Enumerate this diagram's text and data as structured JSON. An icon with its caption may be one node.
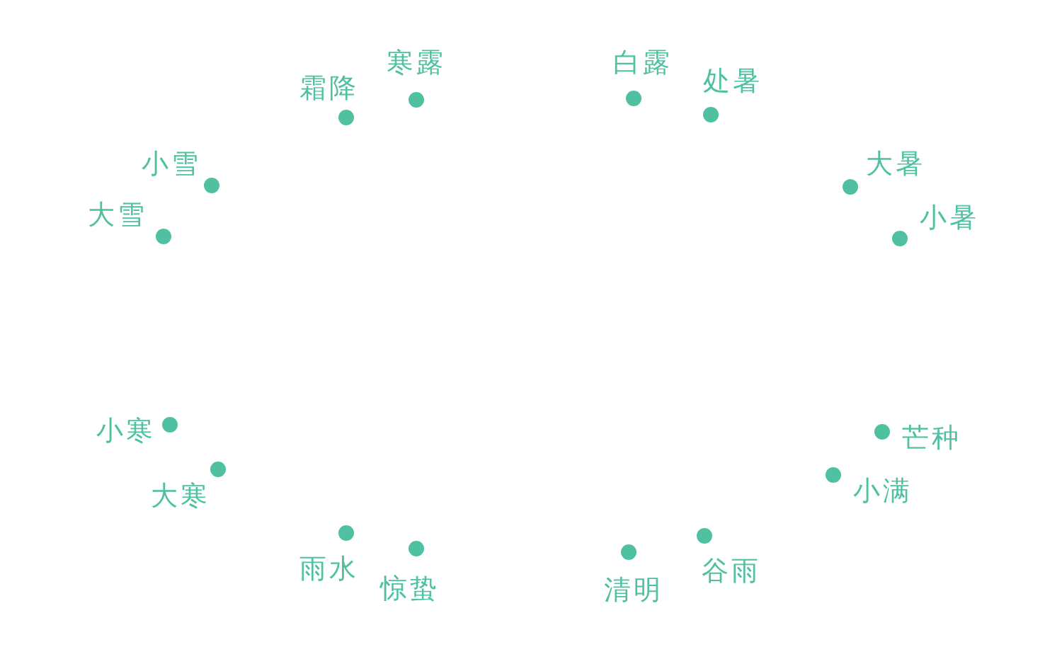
{
  "diagram": {
    "nodes": [
      {
        "text": [],
        "shape": "circle",
        "beside": [
          "寒露"
        ]
      },
      {
        "text": [],
        "shape": "circle",
        "beside": [
          "白露"
        ]
      },
      {
        "text": [],
        "shape": "circle",
        "beside": [
          "霜降"
        ]
      },
      {
        "text": [],
        "shape": "circle",
        "beside": [
          "处暑"
        ]
      },
      {
        "text": [],
        "shape": "circle",
        "beside": [
          "小雪"
        ]
      },
      {
        "text": [],
        "shape": "circle",
        "beside": [
          "大暑"
        ]
      },
      {
        "text": [],
        "shape": "circle",
        "beside": [
          "大雪"
        ]
      },
      {
        "text": [],
        "shape": "circle",
        "beside": [
          "小暑"
        ]
      },
      {
        "text": [],
        "shape": "circle",
        "beside": [
          "小寒"
        ]
      },
      {
        "text": [],
        "shape": "circle",
        "beside": [
          "芒种"
        ]
      },
      {
        "text": [],
        "shape": "circle",
        "beside": [
          "大寒"
        ]
      },
      {
        "text": [],
        "shape": "circle",
        "beside": [
          "小满"
        ]
      },
      {
        "text": [],
        "shape": "circle",
        "beside": [
          "雨水"
        ]
      },
      {
        "text": [],
        "shape": "circle",
        "beside": [
          "谷雨"
        ]
      },
      {
        "text": [],
        "shape": "circle",
        "beside": [
          "惊蛰"
        ]
      },
      {
        "text": [],
        "shape": "circle",
        "beside": [
          "清明"
        ]
      }
    ]
  }
}
